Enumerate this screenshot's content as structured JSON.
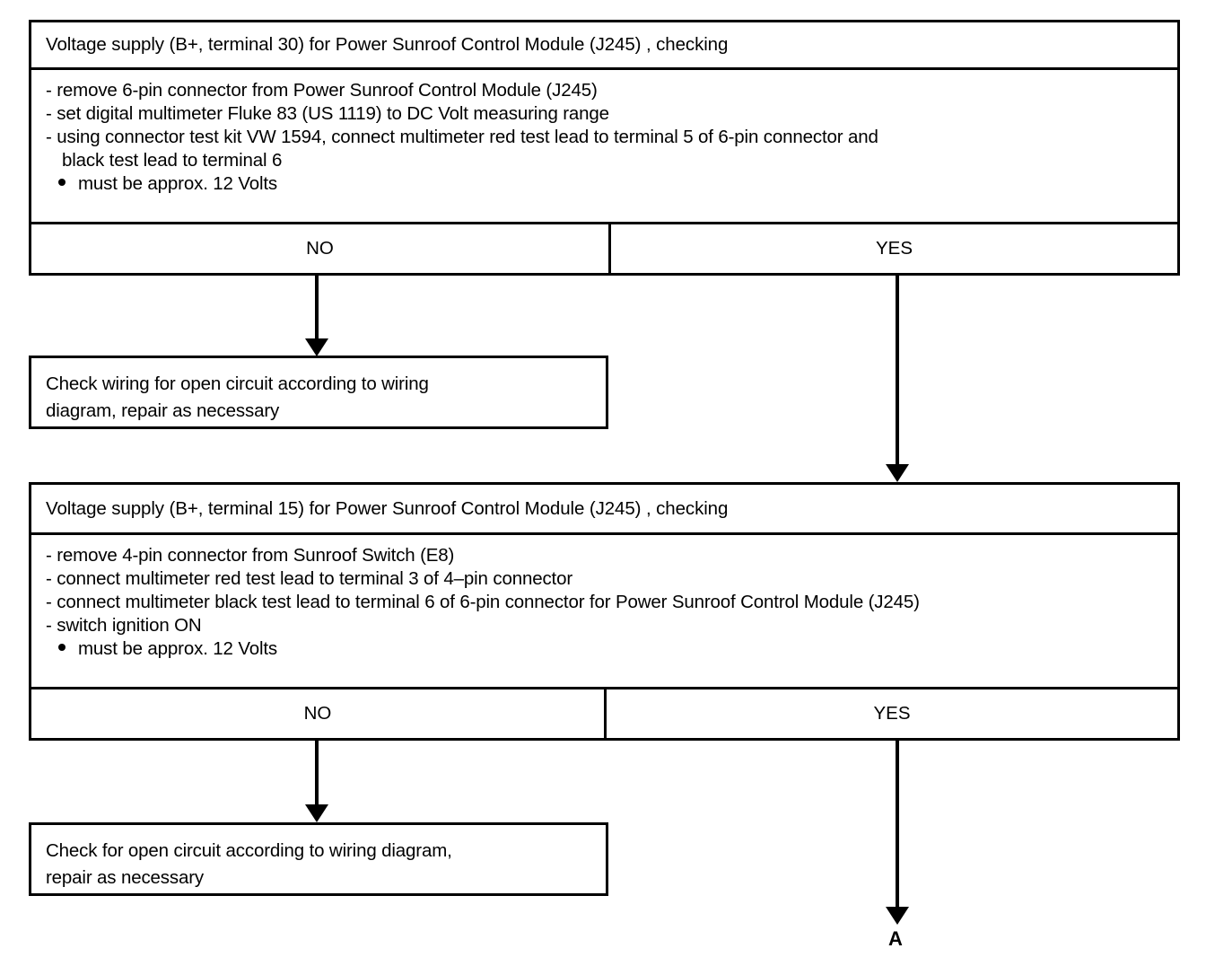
{
  "diagram": {
    "type": "troubleshooting-flowchart",
    "blocks": [
      {
        "id": "block-1",
        "title": "Voltage supply (B+, terminal 30)  for Power Sunroof Control Module (J245) , checking",
        "steps": [
          {
            "kind": "dash",
            "text": "- remove  6-pin connector from  Power Sunroof Control Module (J245)"
          },
          {
            "kind": "dash",
            "text": "- set digital multimeter Fluke 83 (US 1119) to DC Volt  measuring range"
          },
          {
            "kind": "dash",
            "text": "- using connector test kit VW 1594, connect multimeter red test lead  to terminal 5 of 6-pin connector  and"
          },
          {
            "kind": "cont",
            "text": "black  test lead to terminal 6"
          },
          {
            "kind": "bullet",
            "text": "must be approx. 12 Volts"
          }
        ],
        "answers": {
          "no": "NO",
          "yes": "YES"
        }
      },
      {
        "id": "block-2",
        "title": "Voltage supply (B+, terminal 15) for Power Sunroof Control Module (J245) , checking",
        "steps": [
          {
            "kind": "dash",
            "text": "- remove 4-pin connector from Sunroof Switch (E8)"
          },
          {
            "kind": "dash",
            "text": "- connect multimeter red test lead to terminal 3  of 4–pin connector"
          },
          {
            "kind": "dash",
            "text": "- connect multimeter black test lead to terminal 6 of 6-pin connector for Power Sunroof Control Module (J245)"
          },
          {
            "kind": "dash",
            "text": "- switch ignition ON"
          },
          {
            "kind": "bullet",
            "text": "must be approx. 12 Volts"
          }
        ],
        "answers": {
          "no": "NO",
          "yes": "YES"
        }
      }
    ],
    "actions": [
      {
        "id": "action-1",
        "lines": [
          "Check wiring for open circuit according to wiring",
          "diagram, repair as necessary"
        ]
      },
      {
        "id": "action-2",
        "lines": [
          "Check  for open circuit according to wiring diagram,",
          "repair as necessary"
        ]
      }
    ],
    "connector": {
      "label": "A"
    }
  }
}
